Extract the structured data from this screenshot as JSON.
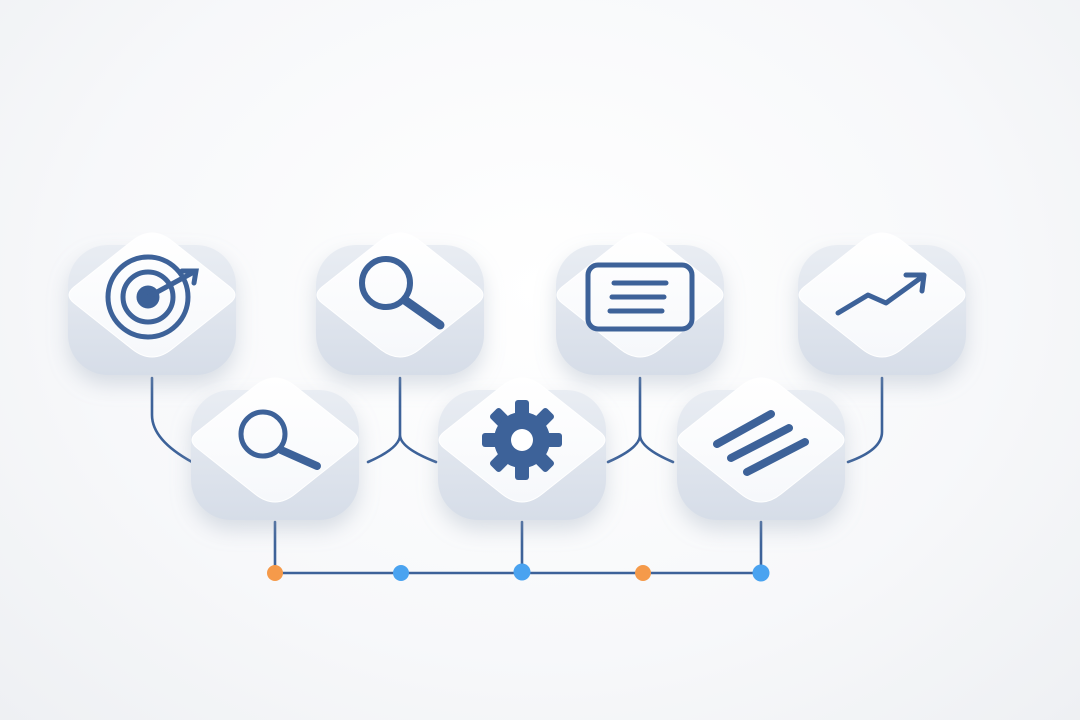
{
  "diagram": {
    "colors": {
      "background": "#f5f6f8",
      "tile_top": "#ffffff",
      "tile_side": "#dde3ec",
      "icon": "#3d6299",
      "connector": "#3d6299",
      "node_blue": "#4aa3f0",
      "node_orange": "#f59a4a"
    },
    "top_row": [
      {
        "name": "tile-target",
        "icon": "target-icon"
      },
      {
        "name": "tile-search-top",
        "icon": "search-icon"
      },
      {
        "name": "tile-list-document",
        "icon": "document-list-icon"
      },
      {
        "name": "tile-trend",
        "icon": "trend-up-icon"
      }
    ],
    "middle_row": [
      {
        "name": "tile-search-middle",
        "icon": "search-icon"
      },
      {
        "name": "tile-settings",
        "icon": "gear-icon"
      },
      {
        "name": "tile-menu",
        "icon": "menu-lines-icon"
      }
    ],
    "bottom_nodes": [
      {
        "name": "node-1",
        "color": "orange"
      },
      {
        "name": "node-2",
        "color": "blue"
      },
      {
        "name": "node-3",
        "color": "blue"
      },
      {
        "name": "node-4",
        "color": "orange"
      },
      {
        "name": "node-5",
        "color": "blue"
      }
    ]
  }
}
